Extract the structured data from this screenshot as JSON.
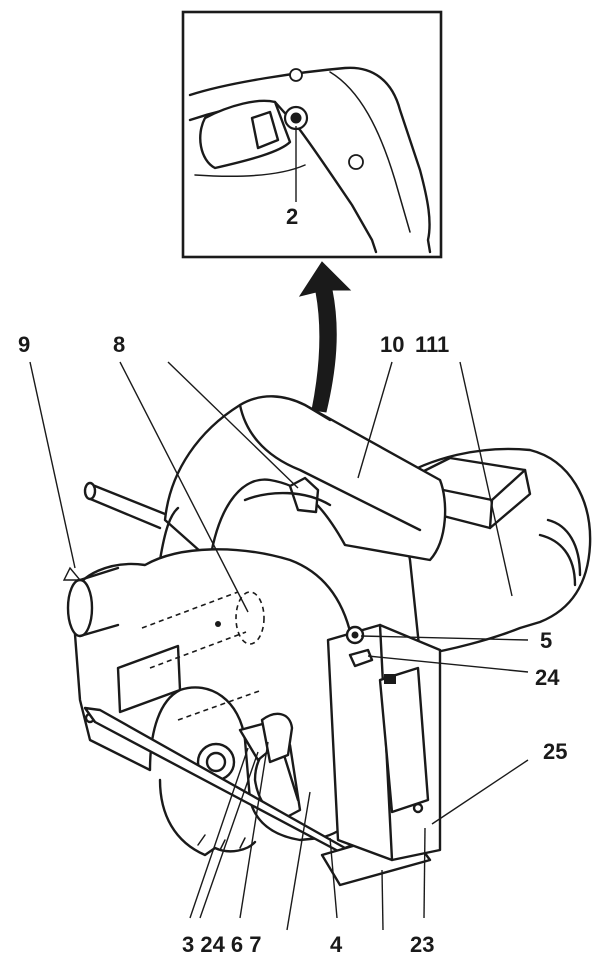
{
  "detail_label": "2",
  "labels": [
    {
      "id": "9",
      "text": "9"
    },
    {
      "id": "8",
      "text": "8"
    },
    {
      "id": "10",
      "text": "10"
    },
    {
      "id": "111",
      "text": "111"
    },
    {
      "id": "5",
      "text": "5"
    },
    {
      "id": "24a",
      "text": "24"
    },
    {
      "id": "25",
      "text": "25"
    },
    {
      "id": "23",
      "text": "23"
    },
    {
      "id": "4",
      "text": "4"
    },
    {
      "id": "bottom",
      "text": "3 24 6 7"
    }
  ]
}
